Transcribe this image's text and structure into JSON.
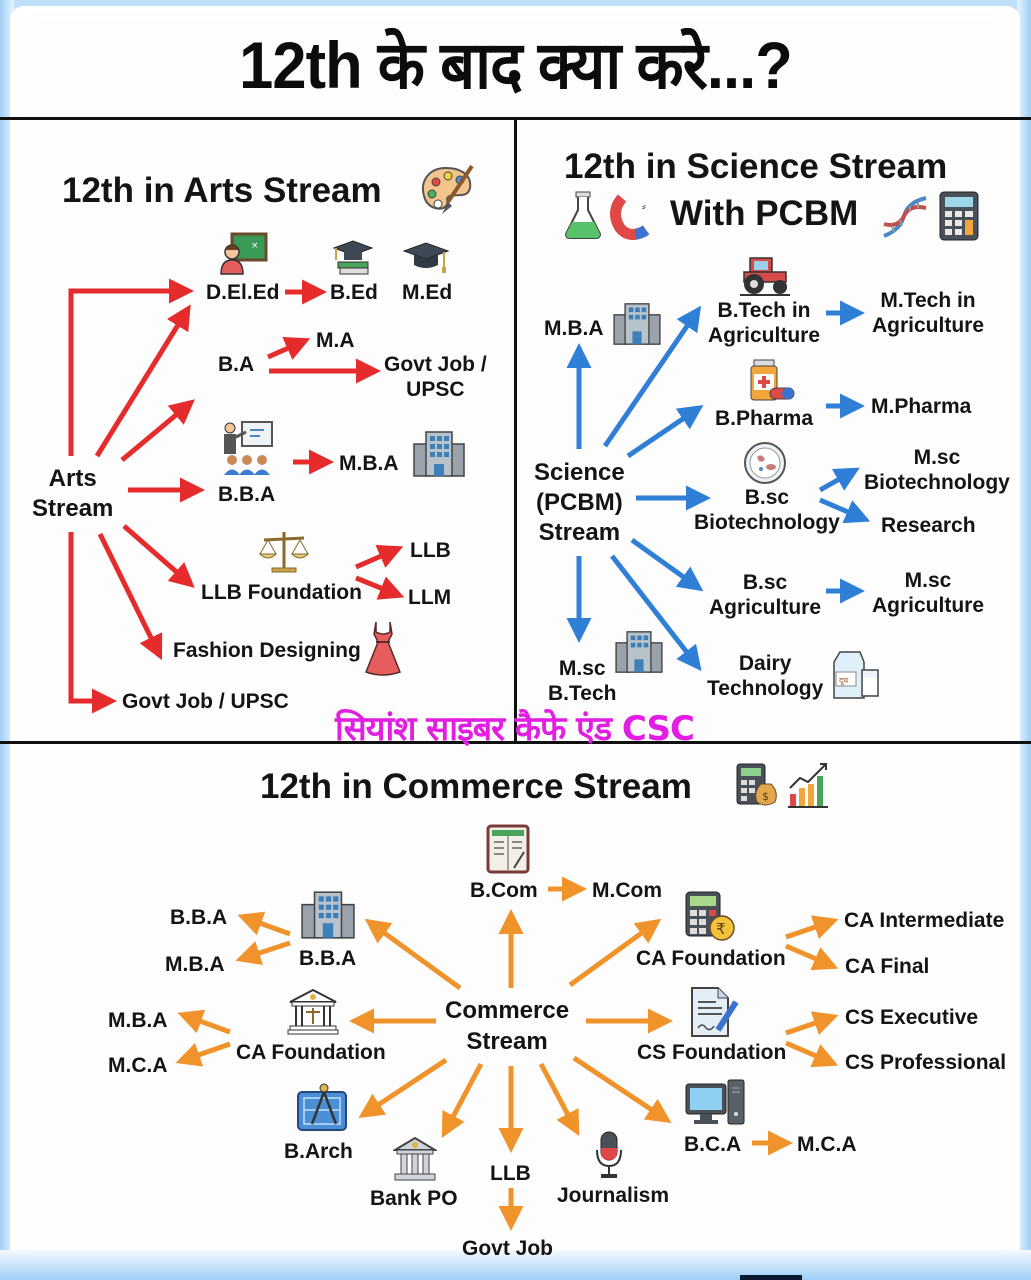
{
  "page": {
    "title": "12th के बाद क्या करे...?",
    "watermark": "सियांश साइबर कैफे एंड CSC"
  },
  "colors": {
    "arts_arrow": "#e52b2b",
    "science_arrow": "#2f7fd6",
    "commerce_arrow": "#f0932b",
    "watermark": "#e21ee2",
    "frame": "#bfe0fb"
  },
  "arts": {
    "title": "12th in Arts Stream",
    "title_icon": "palette-icon",
    "root": [
      "Arts",
      "Stream"
    ],
    "nodes": {
      "deled": "D.El.Ed",
      "bed": "B.Ed",
      "med": "M.Ed",
      "ba": "B.A",
      "ma": "M.A",
      "govt_job_ba": [
        "Govt Job /",
        "UPSC"
      ],
      "bba": "B.B.A",
      "mba": "M.B.A",
      "llb_foundation": "LLB Foundation",
      "llb": "LLB",
      "llm": "LLM",
      "fashion": "Fashion Designing",
      "govt_job": "Govt Job / UPSC"
    },
    "icons": [
      "teacher-icon",
      "graduation-books-icon",
      "graduation-cap-icon",
      "presentation-icon",
      "office-building-icon",
      "scales-icon",
      "dress-icon"
    ]
  },
  "science": {
    "title_line1": "12th in Science Stream",
    "title_line2": "With PCBM",
    "title_icons": [
      "flask-icon",
      "magnet-icon",
      "dna-icon",
      "calculator-icon"
    ],
    "root": [
      "Science",
      "(PCBM)",
      "Stream"
    ],
    "nodes": {
      "mba": "M.B.A",
      "btech_agri": [
        "B.Tech in",
        "Agriculture"
      ],
      "mtech_agri": [
        "M.Tech in",
        "Agriculture"
      ],
      "bpharma": "B.Pharma",
      "mpharma": "M.Pharma",
      "bsc_biotech": [
        "B.sc",
        "Biotechnology"
      ],
      "msc_biotech": [
        "M.sc",
        "Biotechnology"
      ],
      "research": "Research",
      "bsc_agri": [
        "B.sc",
        "Agriculture"
      ],
      "msc_agri": [
        "M.sc",
        "Agriculture"
      ],
      "msc_btech": [
        "M.sc",
        "B.Tech"
      ],
      "dairy": [
        "Dairy",
        "Technology"
      ]
    },
    "icons": [
      "office-building-icon",
      "tractor-icon",
      "medicine-icon",
      "petri-dish-icon",
      "office-building-icon",
      "milk-carton-icon"
    ]
  },
  "commerce": {
    "title": "12th in Commerce Stream",
    "title_icons": [
      "calculator-money-icon",
      "growth-chart-icon"
    ],
    "root": [
      "Commerce",
      "Stream"
    ],
    "nodes": {
      "bcom": "B.Com",
      "mcom": "M.Com",
      "bba_center": "B.B.A",
      "bba_out": "B.B.A",
      "mba_out1": "M.B.A",
      "ca_foundation_left": "CA Foundation",
      "mba_out2": "M.B.A",
      "mca_out1": "M.C.A",
      "ca_foundation_right": "CA Foundation",
      "ca_intermediate": "CA Intermediate",
      "ca_final": "CA Final",
      "cs_foundation": "CS Foundation",
      "cs_executive": "CS Executive",
      "cs_professional": "CS Professional",
      "barch": "B.Arch",
      "bank_po": "Bank PO",
      "llb": "LLB",
      "govt_job": "Govt Job",
      "journalism": "Journalism",
      "bca": "B.C.A",
      "mca": "M.C.A"
    },
    "icons": [
      "ledger-book-icon",
      "office-building-icon",
      "court-building-icon",
      "calculator-rupee-icon",
      "document-pen-icon",
      "blueprint-compass-icon",
      "bank-icon",
      "microphone-icon",
      "computer-icon"
    ]
  }
}
